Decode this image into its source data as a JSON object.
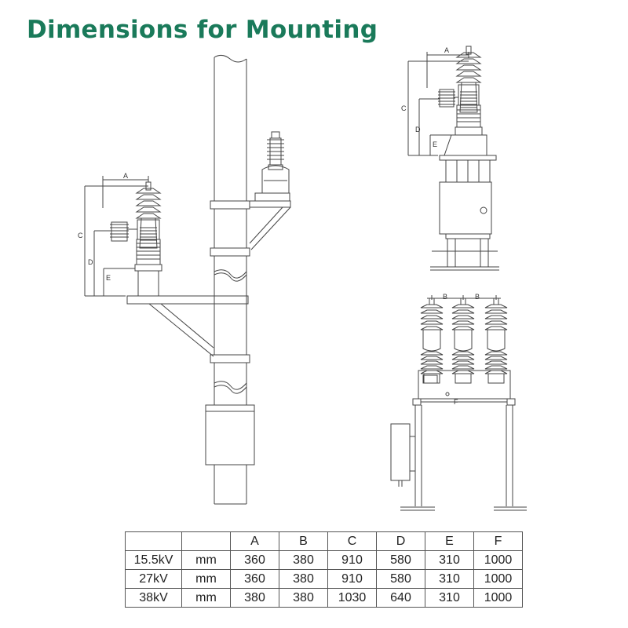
{
  "page": {
    "title": "Dimensions for Mounting",
    "title_color": "#1a7a5a",
    "line_color": "#444444"
  },
  "diagram": {
    "labels": {
      "A": "A",
      "B": "B",
      "C": "C",
      "D": "D",
      "E": "E",
      "F": "F"
    }
  },
  "table": {
    "header": [
      "",
      "",
      "A",
      "B",
      "C",
      "D",
      "E",
      "F"
    ],
    "rows": [
      [
        "15.5kV",
        "mm",
        "360",
        "380",
        "910",
        "580",
        "310",
        "1000"
      ],
      [
        "27kV",
        "mm",
        "360",
        "380",
        "910",
        "580",
        "310",
        "1000"
      ],
      [
        "38kV",
        "mm",
        "380",
        "380",
        "1030",
        "640",
        "310",
        "1000"
      ]
    ]
  }
}
